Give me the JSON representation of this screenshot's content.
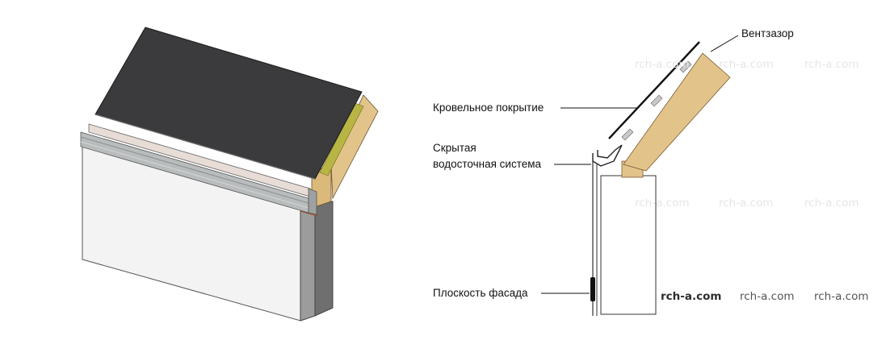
{
  "labels": {
    "vent_gap": "Вентзазор",
    "roof_covering": "Кровельное покрытие",
    "hidden_drain_line1": "Скрытая",
    "hidden_drain_line2": "водосточная система",
    "facade_plane": "Плоскость фасада"
  },
  "watermarks": {
    "bold": "rch-a.com",
    "regular": [
      "rch-a.com",
      "rch-a.com"
    ],
    "faint": [
      "rch-a.com",
      "rch-a.com",
      "rch-a.com",
      "rch-a.com",
      "rch-a.com",
      "rch-a.com"
    ]
  },
  "colors": {
    "roof_dark": "#3b3b3d",
    "timber": "#e2c48b",
    "timber_dark": "#c9a05c",
    "insulation": "#b8b544",
    "gutter_metal": "#b9bcbc",
    "facade_white": "#f3f3f3",
    "facade_grey": "#6f6f6f",
    "accent_orange": "#c46a3a"
  }
}
